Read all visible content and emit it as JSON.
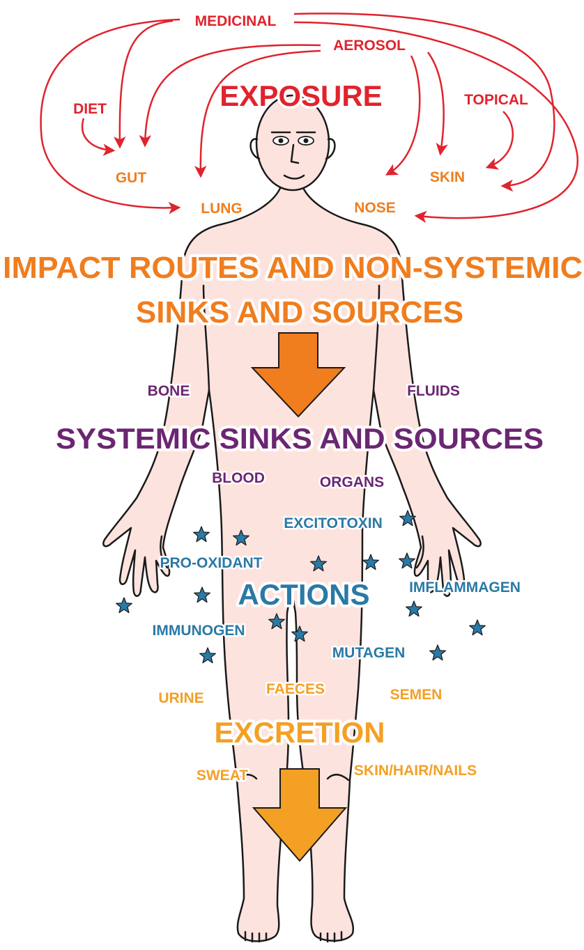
{
  "exposure": {
    "title": "EXPOSURE",
    "sources": {
      "medicinal": "MEDICINAL",
      "aerosol": "AEROSOL",
      "diet": "DIET",
      "topical": "TOPICAL"
    },
    "routes": {
      "gut": "GUT",
      "lung": "LUNG",
      "nose": "NOSE",
      "skin": "SKIN"
    },
    "color": "#e0232d"
  },
  "impact": {
    "title_line1": "IMPACT ROUTES AND NON-SYSTEMIC",
    "title_line2": "SINKS AND SOURCES",
    "color": "#f07d1e"
  },
  "systemic": {
    "title": "SYSTEMIC SINKS AND SOURCES",
    "items": {
      "bone": "BONE",
      "fluids": "FLUIDS",
      "blood": "BLOOD",
      "organs": "ORGANS"
    },
    "color": "#6b2672"
  },
  "actions": {
    "title": "ACTIONS",
    "items": {
      "excitotoxin": "EXCITOTOXIN",
      "pro_oxidant": "PRO-OXIDANT",
      "imflammagen": "IMFLAMMAGEN",
      "immunogen": "IMMUNOGEN",
      "mutagen": "MUTAGEN"
    },
    "color": "#2a79a6"
  },
  "excretion": {
    "title": "EXCRETION",
    "items": {
      "urine": "URINE",
      "faeces": "FAECES",
      "semen": "SEMEN",
      "sweat": "SWEAT",
      "skin_hair_nails": "SKIN/HAIR/NAILS"
    },
    "color": "#f4a024"
  },
  "figure": {
    "skin_color": "#fde3de",
    "star_color": "#2a79a6"
  }
}
